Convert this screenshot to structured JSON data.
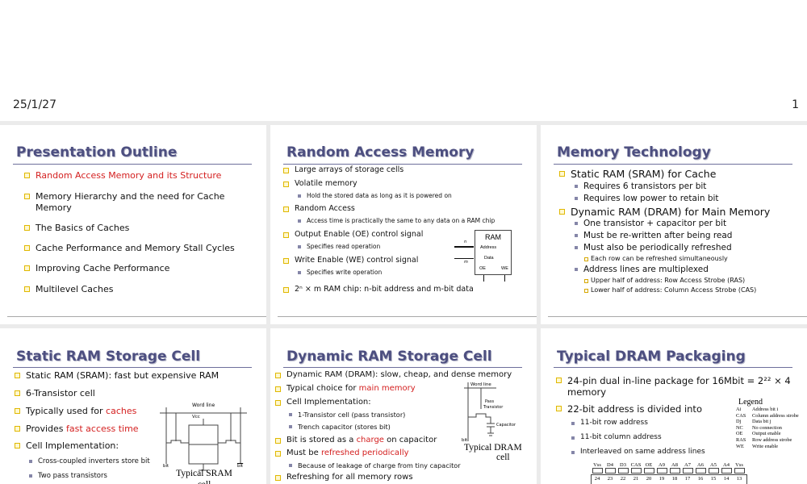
{
  "header": {
    "date": "25/1/27",
    "page": "1"
  },
  "slides": [
    {
      "title": "Presentation Outline",
      "items": [
        {
          "t": "Random Access Memory and its Structure",
          "red": true
        },
        {
          "t": "Memory Hierarchy and the need for Cache"
        },
        {
          "t": "Memory"
        },
        {
          "t": "The Basics of Caches"
        },
        {
          "t": "Cache Performance and Memory Stall Cycles"
        },
        {
          "t": "Improving Cache Performance"
        },
        {
          "t": "Multilevel Caches"
        }
      ]
    },
    {
      "title": "Random Access Memory",
      "items": [
        {
          "t": "Large arrays of storage cells"
        },
        {
          "t": "Volatile memory"
        },
        {
          "t": "Hold the stored data as long as it is powered on"
        },
        {
          "t": "Random Access"
        },
        {
          "t": "Access time is practically the same to any data on a RAM chip"
        },
        {
          "t": "Output Enable (OE) control signal"
        },
        {
          "t": "Specifies read operation"
        },
        {
          "t": "Write Enable (WE) control signal"
        },
        {
          "t": "Specifies write operation"
        },
        {
          "t": "2ⁿ × m RAM chip: n-bit address and m-bit data"
        }
      ],
      "diagram": {
        "title": "RAM",
        "address": "Address",
        "data": "Data",
        "oe": "OE",
        "we": "WE",
        "n": "n",
        "m": "m"
      }
    },
    {
      "title": "Memory Technology",
      "items": [
        {
          "t": "Static RAM (SRAM) for Cache"
        },
        {
          "t": "Requires 6 transistors per bit"
        },
        {
          "t": "Requires low power to retain bit"
        },
        {
          "t": "Dynamic RAM (DRAM) for Main Memory"
        },
        {
          "t": "One transistor + capacitor per bit"
        },
        {
          "t": "Must be re-written after being read"
        },
        {
          "t": "Must also be periodically refreshed"
        },
        {
          "t": "Each row can be refreshed simultaneously"
        },
        {
          "t": "Address lines are multiplexed"
        },
        {
          "t": "Upper half of address:  Row Access Strobe (RAS)"
        },
        {
          "t": "Lower half of address:  Column Access Strobe (CAS)"
        }
      ]
    },
    {
      "title": "Static RAM Storage Cell",
      "items": [
        {
          "t": "Static RAM (SRAM): fast but expensive RAM"
        },
        {
          "t": "6-Transistor cell"
        },
        {
          "a": "Typically used for ",
          "b": "caches"
        },
        {
          "a": "Provides ",
          "b": "fast access time"
        },
        {
          "t": "Cell Implementation:"
        },
        {
          "t": "Cross-coupled inverters store bit"
        },
        {
          "t": "Two pass transistors"
        }
      ],
      "diagram": {
        "word_line": "Word line",
        "vcc": "Vcc",
        "bit": "bit",
        "bit_bar": "bit",
        "caption": "Typical SRAM cell"
      }
    },
    {
      "title": "Dynamic RAM Storage Cell",
      "items": [
        {
          "t": "Dynamic RAM (DRAM): slow, cheap, and dense memory"
        },
        {
          "a": "Typical choice for ",
          "b": "main memory"
        },
        {
          "t": "Cell Implementation:"
        },
        {
          "t": "1-Transistor cell (pass transistor)"
        },
        {
          "t": "Trench capacitor (stores bit)"
        },
        {
          "a": "Bit is stored as a ",
          "b": "charge",
          "c": " on capacitor"
        },
        {
          "a": "Must be ",
          "b": "refreshed periodically"
        },
        {
          "t": "Because of leakage of charge from tiny capacitor"
        },
        {
          "t": "Refreshing for all memory rows"
        }
      ],
      "diagram": {
        "word_line": "Word line",
        "pass1": "Pass",
        "pass2": "Transistor",
        "capacitor": "Capacitor",
        "bit": "bit",
        "caption1": "Typical DRAM",
        "caption2": "cell"
      }
    },
    {
      "title": "Typical DRAM Packaging",
      "items": [
        {
          "t": "24-pin dual in-line package for 16Mbit = 2²² × 4"
        },
        {
          "t": "memory"
        },
        {
          "t": "22-bit address is divided into"
        },
        {
          "t": "11-bit row address"
        },
        {
          "t": "11-bit column address"
        },
        {
          "t": "Interleaved on same address lines"
        }
      ],
      "legend": {
        "title": "Legend",
        "rows": [
          [
            "Ai",
            "Address bit i"
          ],
          [
            "CAS",
            "Column address strobe"
          ],
          [
            "Dj",
            "Data bit j"
          ],
          [
            "NC",
            "No connection"
          ],
          [
            "OE",
            "Output enable"
          ],
          [
            "RAS",
            "Row address strobe"
          ],
          [
            "WE",
            "Write enable"
          ]
        ]
      },
      "pins_top": [
        "Vss",
        "D4",
        "D3",
        "CAS",
        "OE",
        "A9",
        "A8",
        "A7",
        "A6",
        "A5",
        "A4",
        "Vss"
      ],
      "pin_numbers": [
        "24",
        "23",
        "22",
        "21",
        "20",
        "19",
        "18",
        "17",
        "16",
        "15",
        "14",
        "13"
      ]
    }
  ]
}
